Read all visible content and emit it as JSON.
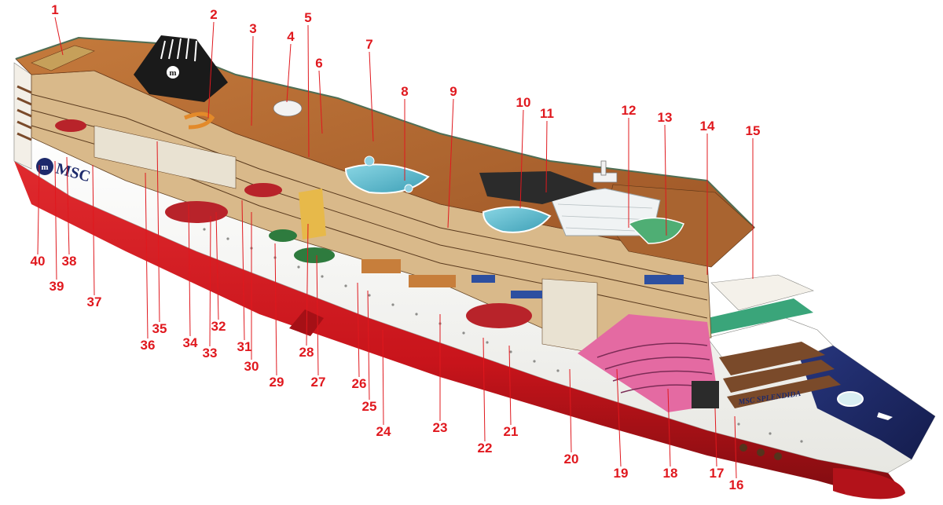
{
  "hull_brand": "MSC",
  "ship_name": "MSC SPLENDIDA",
  "logo_letter": "m",
  "callouts": [
    "1",
    "2",
    "3",
    "4",
    "5",
    "6",
    "7",
    "8",
    "9",
    "10",
    "11",
    "12",
    "13",
    "14",
    "15",
    "16",
    "17",
    "18",
    "19",
    "20",
    "21",
    "22",
    "23",
    "24",
    "25",
    "26",
    "27",
    "28",
    "29",
    "30",
    "31",
    "32",
    "33",
    "34",
    "35",
    "36",
    "37",
    "38",
    "39",
    "40"
  ],
  "colors": {
    "label_red": "#e0181e",
    "hull_red": "#c8141b",
    "hull_white": "#fbfbf7",
    "bow_navy": "#1d2a6b",
    "deck_wood": "#b2662e",
    "pool_blue": "#5fbcd0",
    "theater_pink": "#e46aa2"
  }
}
